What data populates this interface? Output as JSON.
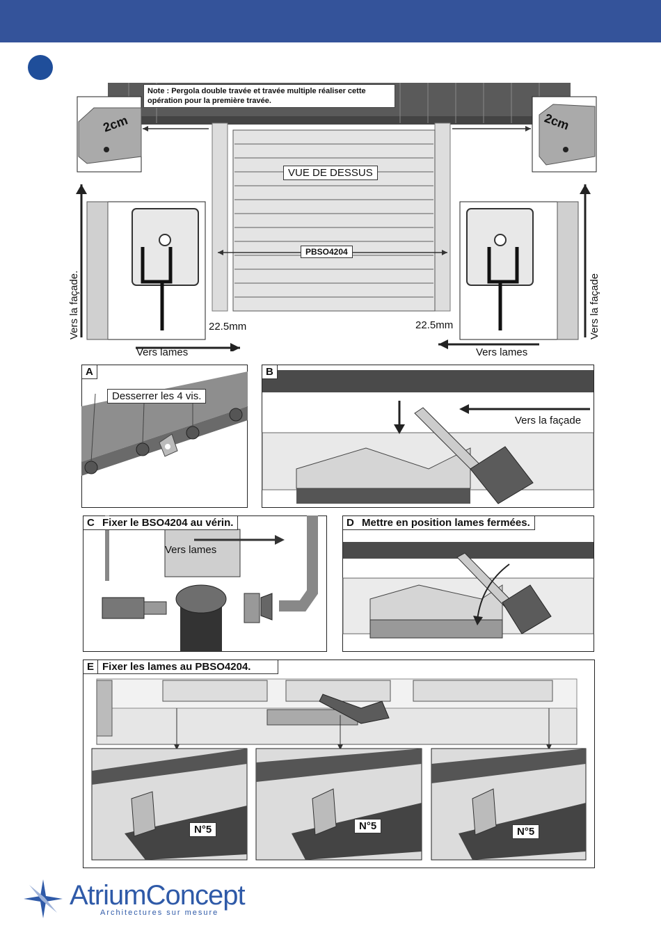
{
  "colors": {
    "header": "#34539a",
    "step_dot": "#1f4e9a",
    "brand": "#2f5aa8"
  },
  "top": {
    "note": "Note : Pergola double travée et travée multiple réaliser cette opération pour la première travée.",
    "vue_label": "VUE DE DESSUS",
    "part_label": "PBSO4204",
    "dim_left": "2cm",
    "dim_right": "2cm",
    "facade_left": "Vers la façade.",
    "facade_right": "Vers la façade",
    "offset_left": "22.5mm",
    "offset_right": "22.5mm",
    "lames_left": "Vers lames",
    "lames_right": "Vers lames"
  },
  "panels": {
    "a": {
      "letter": "A",
      "label": "Desserrer les 4 vis."
    },
    "b": {
      "letter": "B",
      "direction": "Vers la façade"
    },
    "c": {
      "letter": "C",
      "label": "Fixer le BSO4204 au vérin.",
      "direction": "Vers lames"
    },
    "d": {
      "letter": "D",
      "label": "Mettre en position lames fermées."
    },
    "e": {
      "letter": "E",
      "label": "Fixer les lames au PBSO4204.",
      "n1": "N°5",
      "n2": "N°5",
      "n3": "N°5"
    }
  },
  "footer": {
    "brand_bold": "Atrium",
    "brand_thin": "Concept",
    "tagline": "Architectures sur mesure"
  }
}
